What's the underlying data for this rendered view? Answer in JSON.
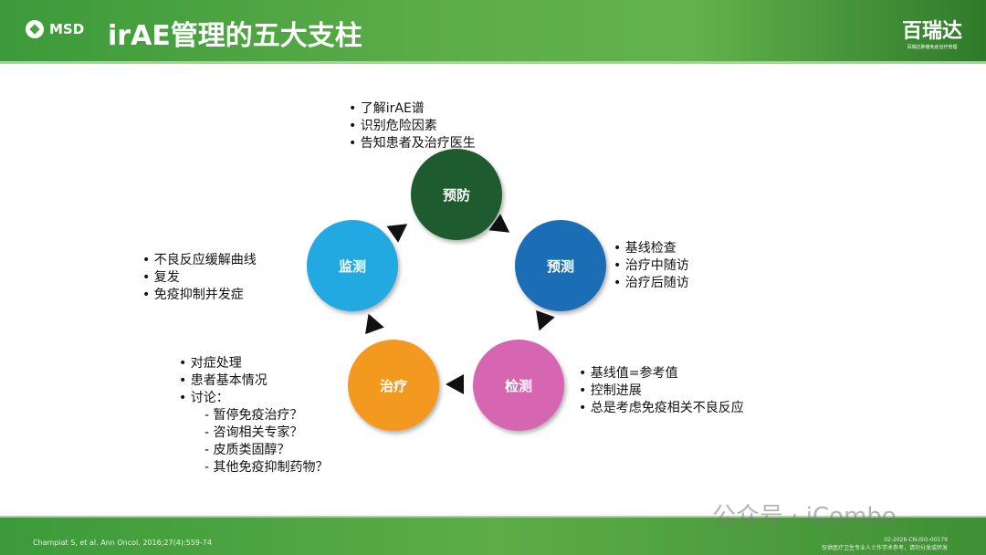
{
  "header": {
    "logo": "MSD",
    "title": "irAE管理的五大支柱",
    "brand": "百瑞达",
    "brand_sub": "百瑞达肿瘤免疫治疗管理"
  },
  "pillars": [
    {
      "label": "预防",
      "color": "#1e5c30",
      "items": [
        "了解irAE谱",
        "识别危险因素",
        "告知患者及治疗医生"
      ]
    },
    {
      "label": "预测",
      "color": "#1b6db6",
      "items": [
        "基线检查",
        "治疗中随访",
        "治疗后随访"
      ]
    },
    {
      "label": "检测",
      "color": "#d766b2",
      "items": [
        "基线值=参考值",
        "控制进展",
        "总是考虑免疫相关不良反应"
      ]
    },
    {
      "label": "治疗",
      "color": "#f4991f",
      "items": [
        "对症处理",
        "患者基本情况",
        "讨论："
      ],
      "subitems": [
        "暂停免疫治疗？",
        "咨询相关专家？",
        "皮质类固醇？",
        "其他免疫抑制药物？"
      ]
    },
    {
      "label": "监测",
      "color": "#22a9e1",
      "items": [
        "不良反应缓解曲线",
        "复发",
        "免疫抑制并发症"
      ]
    }
  ],
  "footer": {
    "citation": "Champiat S, et al. Ann Oncol. 2016;27(4):559-74",
    "code": "02-2026-CN-ISO-00179",
    "disclaimer": "仅供医疗卫生专业人士作学术参考，请勿分发或转发"
  },
  "watermark": "公众号 · iCombo"
}
